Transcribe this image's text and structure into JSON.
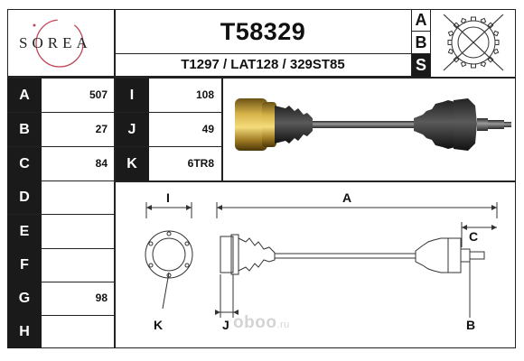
{
  "brand": {
    "logo_text": "SOREA"
  },
  "header": {
    "part_number": "T58329",
    "cross_refs": "T1297 / LAT128 / 329ST85",
    "abs_letters": [
      "A",
      "B",
      "S"
    ]
  },
  "params_left": [
    {
      "key": "A",
      "value": "507"
    },
    {
      "key": "B",
      "value": "27"
    },
    {
      "key": "C",
      "value": "84"
    },
    {
      "key": "D",
      "value": ""
    },
    {
      "key": "E",
      "value": ""
    },
    {
      "key": "F",
      "value": ""
    },
    {
      "key": "G",
      "value": "98"
    },
    {
      "key": "H",
      "value": ""
    }
  ],
  "params_right": [
    {
      "key": "I",
      "value": "108"
    },
    {
      "key": "J",
      "value": "49"
    },
    {
      "key": "K",
      "value": "6TR8"
    }
  ],
  "drawing_labels": {
    "I": "I",
    "A": "A",
    "C": "C",
    "K": "K",
    "J": "J",
    "B": "B"
  },
  "watermark": {
    "main": "oboo",
    "suffix": ".ru"
  },
  "colors": {
    "key_bg": "#1a1a1a",
    "line": "#222222",
    "logo_ring": "#c0485a",
    "watermark": "#d4d4d4"
  }
}
